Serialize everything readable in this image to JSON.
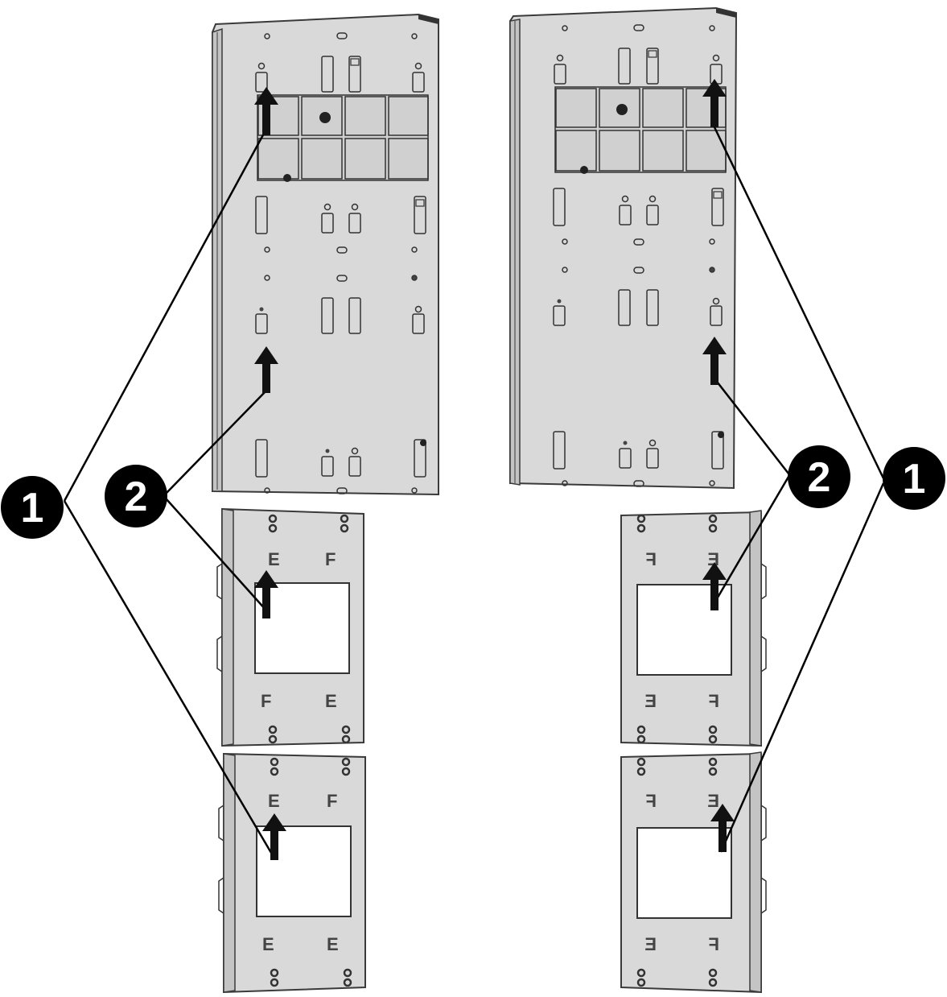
{
  "callouts": [
    {
      "id": "left-1",
      "label": "1"
    },
    {
      "id": "left-2",
      "label": "2"
    },
    {
      "id": "right-2",
      "label": "2"
    },
    {
      "id": "right-1",
      "label": "1"
    }
  ],
  "bracket_marks": {
    "upright": "F",
    "mirrored": "E"
  },
  "colors": {
    "panel_fill": "#d9d9d9",
    "panel_stroke": "#3a3a3a",
    "edge_shade": "#c4c4c4",
    "arrow": "#111111",
    "callout_fill": "#000000",
    "callout_text": "#ffffff",
    "leader": "#000000"
  }
}
